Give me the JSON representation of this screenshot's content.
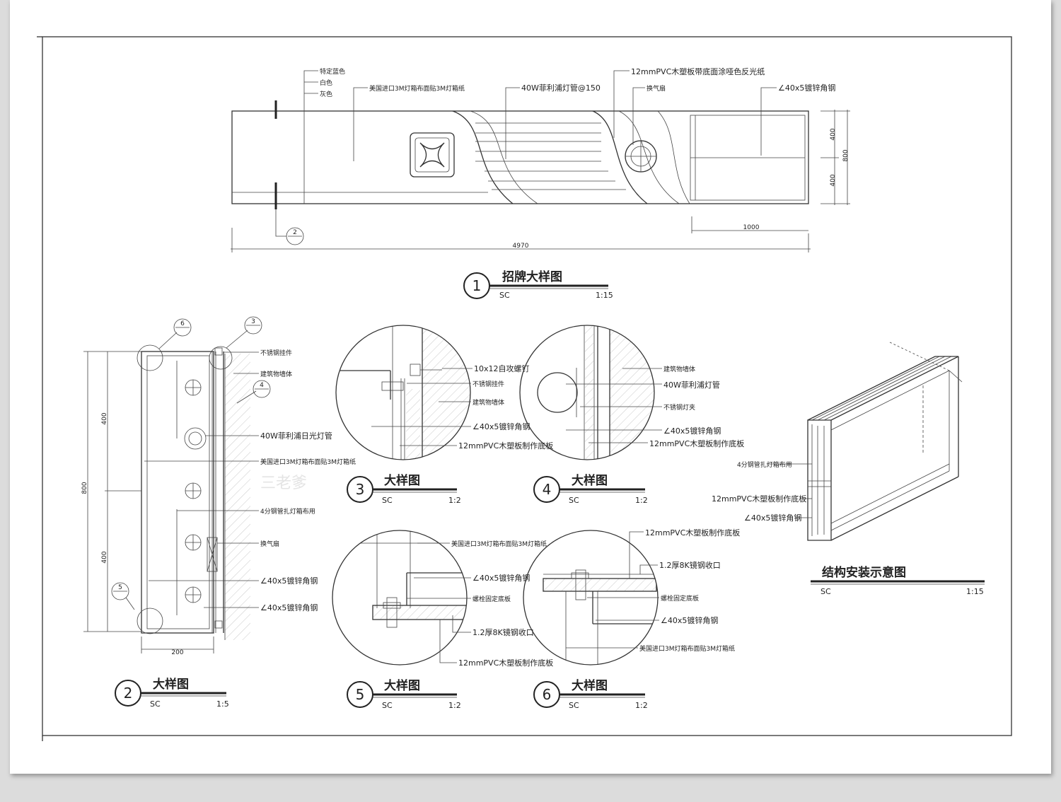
{
  "colors": {
    "page_bg": "#dcdcdc",
    "sheet": "#ffffff",
    "line": "#333333"
  },
  "watermark": "三老爹",
  "detail1": {
    "number": "1",
    "title": "招牌大样图",
    "code": "SC",
    "scale": "1:15",
    "callout": "2",
    "dims": {
      "total": "4970",
      "right": "1000",
      "h1": "400",
      "h2": "400",
      "h": "800"
    },
    "labels": {
      "color1": "特定蓝色",
      "color2": "白色",
      "color3": "灰色",
      "lightbox": "美国进口3M灯箱布面贴3M灯箱纸",
      "tube": "40W菲利浦灯管@150",
      "pvc": "12mmPVC木塑板带底面涂哑色反光纸",
      "vent": "换气扇",
      "angle": "∠40x5镀锌角钢"
    }
  },
  "detail2": {
    "number": "2",
    "title": "大样图",
    "code": "SC",
    "scale": "1:5",
    "callouts": {
      "a": "6",
      "b": "3",
      "c": "4",
      "d": "5"
    },
    "dims": {
      "h": "800",
      "h1": "400",
      "h2": "400",
      "w": "200"
    },
    "labels": {
      "l1": "不锈钢挂件",
      "l2": "建筑物墙体",
      "l3": "40W菲利浦日光灯管",
      "l4": "美国进口3M灯箱布面贴3M灯箱纸",
      "l5": "4分钢管扎灯箱布用",
      "l6": "换气扇",
      "l7": "∠40x5镀锌角钢",
      "l8": "∠40x5镀锌角钢"
    }
  },
  "detail3": {
    "number": "3",
    "title": "大样图",
    "code": "SC",
    "scale": "1:2",
    "labels": {
      "l1": "10x12自攻螺钉",
      "l2": "不锈钢挂件",
      "l3": "建筑物墙体",
      "l4": "∠40x5镀锌角钢",
      "l5": "12mmPVC木塑板制作底板"
    }
  },
  "detail4": {
    "number": "4",
    "title": "大样图",
    "code": "SC",
    "scale": "1:2",
    "labels": {
      "l1": "建筑物墙体",
      "l2": "40W菲利浦灯管",
      "l3": "不锈钢灯夹",
      "l4": "∠40x5镀锌角钢",
      "l5": "12mmPVC木塑板制作底板"
    }
  },
  "detail5": {
    "number": "5",
    "title": "大样图",
    "code": "SC",
    "scale": "1:2",
    "labels": {
      "l1": "美国进口3M灯箱布面贴3M灯箱纸",
      "l2": "∠40x5镀锌角钢",
      "l3": "螺栓固定底板",
      "l4": "1.2厚8K镜钢收口",
      "l5": "12mmPVC木塑板制作底板"
    }
  },
  "detail6": {
    "number": "6",
    "title": "大样图",
    "code": "SC",
    "scale": "1:2",
    "labels": {
      "l1": "12mmPVC木塑板制作底板",
      "l2": "1.2厚8K镜钢收口",
      "l3": "螺栓固定底板",
      "l4": "∠40x5镀锌角钢",
      "l5": "美国进口3M灯箱布面贴3M灯箱纸"
    }
  },
  "structure": {
    "title": "结构安装示意图",
    "code": "SC",
    "scale": "1:15",
    "labels": {
      "l1": "4分钢管扎灯箱布用",
      "l2": "12mmPVC木塑板制作底板",
      "l3": "∠40x5镀锌角钢"
    }
  }
}
